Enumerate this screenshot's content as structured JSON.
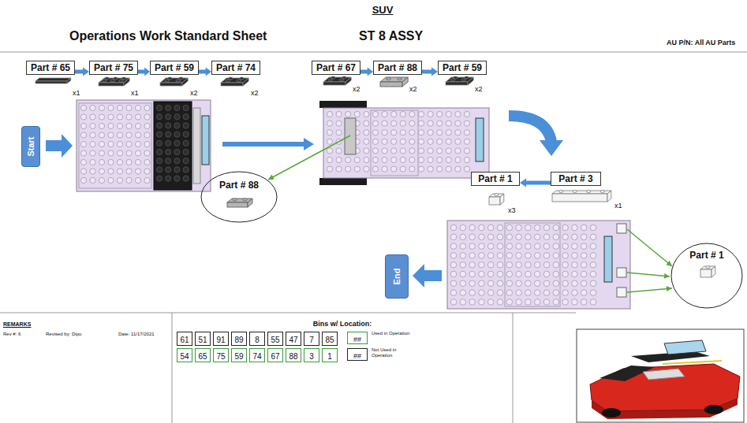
{
  "diagram": {
    "title": "SUV",
    "nodes": [
      {
        "text": [
          "Part # 65"
        ]
      },
      {
        "text": [
          "Part # 75"
        ]
      },
      {
        "text": [
          "Part # 59"
        ]
      },
      {
        "text": [
          "Part # 74"
        ]
      },
      {
        "text": [
          "Part # 67"
        ]
      },
      {
        "text": [
          "Part # 88"
        ]
      },
      {
        "text": [
          "Part # 59"
        ]
      },
      {
        "text": [
          "Start"
        ]
      },
      {
        "text": [
          "Part # 88"
        ]
      },
      {
        "text": [
          "Part # 1"
        ]
      },
      {
        "text": [
          "Part # 3"
        ]
      },
      {
        "text": [
          "End"
        ]
      },
      {
        "text": [
          "Part # 1"
        ]
      }
    ],
    "edges": [
      {
        "from": 0,
        "to": 1,
        "arrow": "to"
      },
      {
        "from": 1,
        "to": 2,
        "arrow": "to"
      },
      {
        "from": 2,
        "to": 3,
        "arrow": "to"
      },
      {
        "from": 4,
        "to": 5,
        "arrow": "to"
      },
      {
        "from": 5,
        "to": 6,
        "arrow": "to"
      },
      {
        "from": 10,
        "to": 9,
        "arrow": "to"
      }
    ],
    "labels": [
      "Operations Work Standard Sheet",
      "ST 8 ASSY",
      "AU P/N: All AU Parts",
      "x1",
      "x1",
      "x2",
      "x2",
      "x2",
      "x2",
      "x2",
      "x3",
      "x1",
      "REMARKS",
      "Rev #: 6",
      "Revised by: Dipo",
      "Date: 11/17/2021",
      "Bins w/ Location:",
      "61",
      "51",
      "91",
      "89",
      "8",
      "55",
      "47",
      "7",
      "85",
      "54",
      "65",
      "75",
      "59",
      "74",
      "67",
      "88",
      "3",
      "1",
      "##",
      "##"
    ],
    "legend": [
      {
        "text": "Used in Operation"
      },
      {
        "text": "Not Used in Operation"
      }
    ]
  }
}
